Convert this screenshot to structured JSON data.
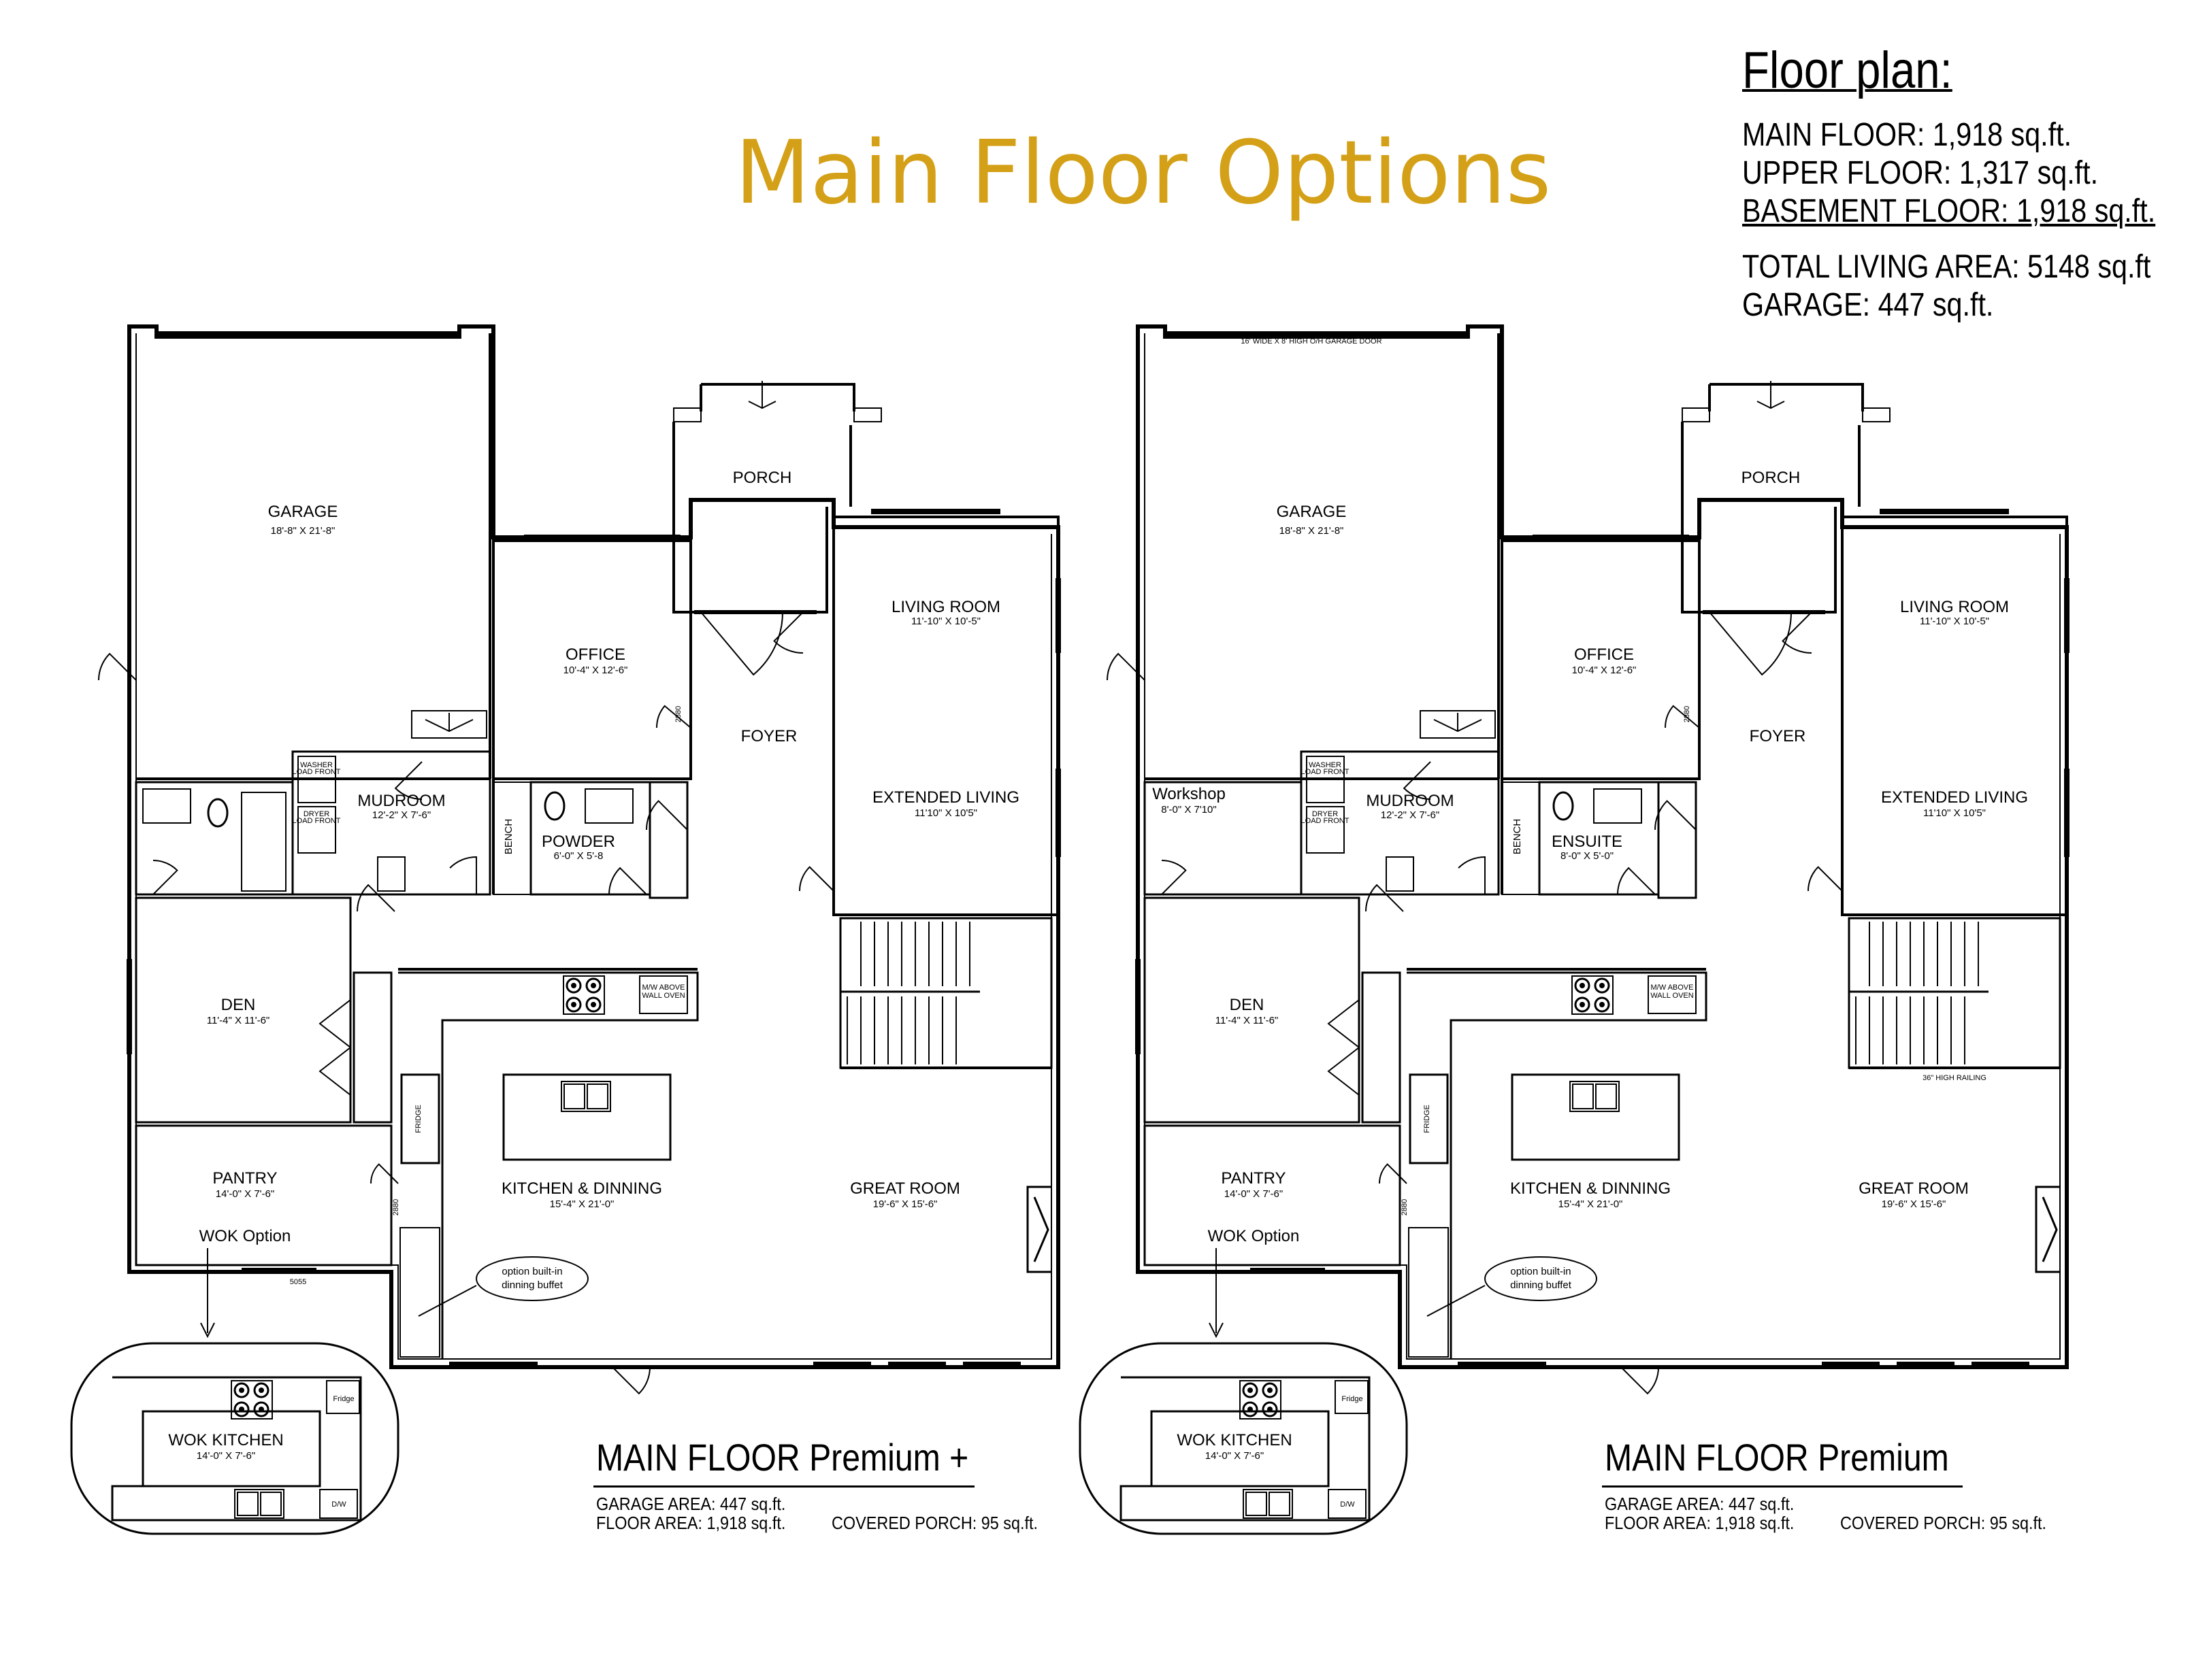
{
  "title": "Main Floor Options",
  "info": {
    "heading": "Floor plan:",
    "main": "MAIN FLOOR: 1,918 sq.ft.",
    "upper": "UPPER FLOOR: 1,317 sq.ft.",
    "basement": "BASEMENT FLOOR: 1,918 sq.ft.",
    "total": "TOTAL LIVING AREA: 5148 sq.ft",
    "garage": "GARAGE: 447 sq.ft."
  },
  "plans": [
    {
      "caption": "MAIN FLOOR Premium +",
      "garage_area": "GARAGE AREA: 447 sq.ft.",
      "floor_area": "FLOOR AREA: 1,918 sq.ft.",
      "porch_area": "COVERED PORCH: 95 sq.ft.",
      "garage_door_note": "",
      "rooms": {
        "garage": "GARAGE",
        "garage_dim": "18'-8\" X 21'-8\"",
        "porch": "PORCH",
        "office": "OFFICE",
        "office_dim": "10'-4\" X 12'-6\"",
        "living": "LIVING ROOM",
        "living_dim": "11'-10\" X 10'-5\"",
        "foyer": "FOYER",
        "ext": "EXTENDED LIVING",
        "ext_dim": "11'10\" X 10'5\"",
        "mud": "MUDROOM",
        "mud_dim": "12'-2\" X 7'-6\"",
        "bath": "POWDER",
        "bath_dim": "6'-0\" X 5'-8",
        "work": "",
        "work_dim": "",
        "den": "DEN",
        "den_dim": "11'-4\" X 11'-6\"",
        "pantry": "PANTRY",
        "pantry_dim": "14'-0\" X 7'-6\"",
        "kitchen": "KITCHEN & DINNING",
        "kitchen_dim": "15'-4\" X 21'-0\"",
        "great": "GREAT ROOM",
        "great_dim": "19'-6\" X 15'-6\"",
        "wok_option": "WOK Option",
        "wok_kitchen": "WOK KITCHEN",
        "wok_dim": "14'-0\" X 7'-6\"",
        "fridge_small": "Fridge",
        "dw": "D/W",
        "fridge": "FRIDGE",
        "mw": "M/W ABOVE WALL OVEN",
        "washer": "WASHER LOAD FRONT",
        "dryer": "DRYER LOAD FRONT",
        "bench": "BENCH",
        "buffet1": "option built-in",
        "buffet2": "dinning buffet",
        "d2880": "2880",
        "d5055": "5055",
        "railing": ""
      }
    },
    {
      "caption": "MAIN FLOOR Premium",
      "garage_area": "GARAGE AREA: 447 sq.ft.",
      "floor_area": "FLOOR AREA: 1,918 sq.ft.",
      "porch_area": "COVERED PORCH: 95 sq.ft.",
      "garage_door_note": "16' WIDE X 8' HIGH O/H GARAGE DOOR",
      "rooms": {
        "garage": "GARAGE",
        "garage_dim": "18'-8\" X 21'-8\"",
        "porch": "PORCH",
        "office": "OFFICE",
        "office_dim": "10'-4\" X 12'-6\"",
        "living": "LIVING ROOM",
        "living_dim": "11'-10\" X 10'-5\"",
        "foyer": "FOYER",
        "ext": "EXTENDED LIVING",
        "ext_dim": "11'10\" X 10'5\"",
        "mud": "MUDROOM",
        "mud_dim": "12'-2\" X 7'-6\"",
        "bath": "ENSUITE",
        "bath_dim": "8'-0\" X 5'-0\"",
        "work": "Workshop",
        "work_dim": "8'-0\" X 7'10\"",
        "den": "DEN",
        "den_dim": "11'-4\" X 11'-6\"",
        "pantry": "PANTRY",
        "pantry_dim": "14'-0\" X 7'-6\"",
        "kitchen": "KITCHEN & DINNING",
        "kitchen_dim": "15'-4\" X 21'-0\"",
        "great": "GREAT ROOM",
        "great_dim": "19'-6\" X 15'-6\"",
        "wok_option": "WOK Option",
        "wok_kitchen": "WOK KITCHEN",
        "wok_dim": "14'-0\" X 7'-6\"",
        "fridge_small": "Fridge",
        "dw": "D/W",
        "fridge": "FRIDGE",
        "mw": "M/W ABOVE WALL OVEN",
        "washer": "WASHER LOAD FRONT",
        "dryer": "DRYER LOAD FRONT",
        "bench": "BENCH",
        "buffet1": "option built-in",
        "buffet2": "dinning buffet",
        "d2880": "2880",
        "d5055": "",
        "railing": "36\" HIGH RAILING"
      }
    }
  ]
}
